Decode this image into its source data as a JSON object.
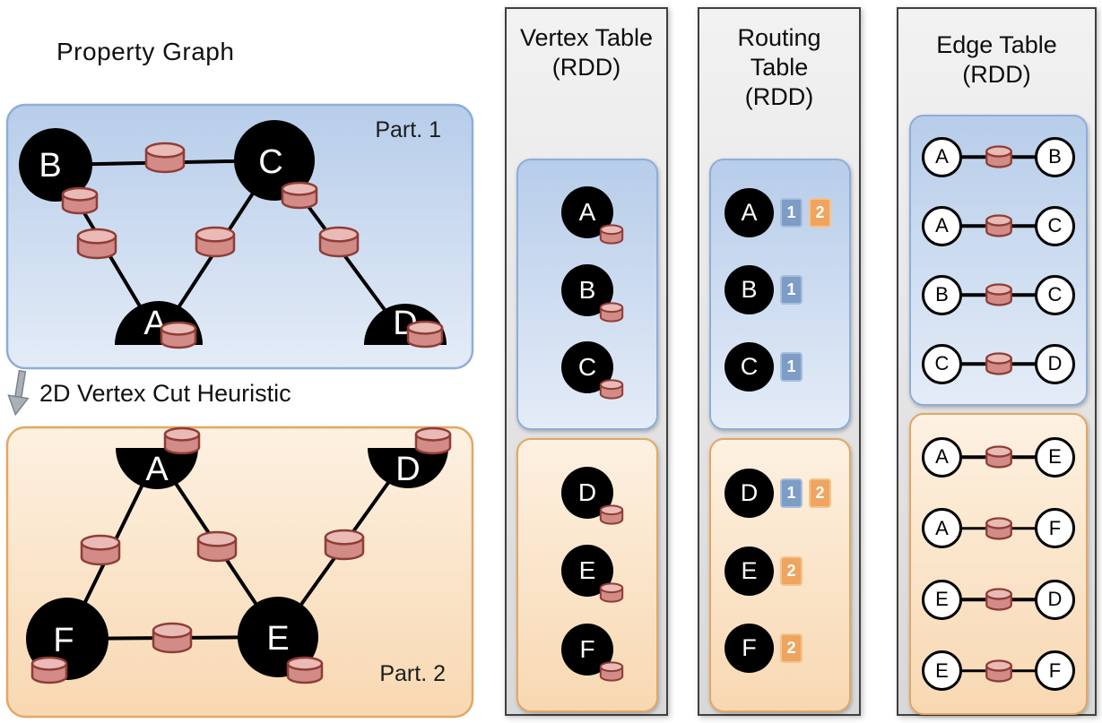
{
  "property_graph": {
    "title": "Property Graph",
    "cut_label": "2D Vertex Cut Heuristic",
    "partitions": [
      {
        "label": "Part. 1",
        "vertices": [
          "B",
          "C",
          "A",
          "D"
        ],
        "edges": [
          [
            "B",
            "C"
          ],
          [
            "B",
            "A"
          ],
          [
            "C",
            "A"
          ],
          [
            "C",
            "D"
          ]
        ]
      },
      {
        "label": "Part. 2",
        "vertices": [
          "A",
          "D",
          "F",
          "E"
        ],
        "edges": [
          [
            "A",
            "F"
          ],
          [
            "A",
            "E"
          ],
          [
            "E",
            "D"
          ],
          [
            "F",
            "E"
          ]
        ]
      }
    ]
  },
  "vertex_table": {
    "title_lines": [
      "Vertex Table",
      "(RDD)"
    ],
    "partitions": [
      {
        "vertices": [
          "A",
          "B",
          "C"
        ]
      },
      {
        "vertices": [
          "D",
          "E",
          "F"
        ]
      }
    ]
  },
  "routing_table": {
    "title_lines": [
      "Routing",
      "Table",
      "(RDD)"
    ],
    "partitions": [
      {
        "rows": [
          {
            "vertex": "A",
            "parts": [
              "1",
              "2"
            ]
          },
          {
            "vertex": "B",
            "parts": [
              "1"
            ]
          },
          {
            "vertex": "C",
            "parts": [
              "1"
            ]
          }
        ]
      },
      {
        "rows": [
          {
            "vertex": "D",
            "parts": [
              "1",
              "2"
            ]
          },
          {
            "vertex": "E",
            "parts": [
              "2"
            ]
          },
          {
            "vertex": "F",
            "parts": [
              "2"
            ]
          }
        ]
      }
    ]
  },
  "edge_table": {
    "title_lines": [
      "Edge Table",
      "(RDD)"
    ],
    "partitions": [
      {
        "edges": [
          [
            "A",
            "B"
          ],
          [
            "A",
            "C"
          ],
          [
            "B",
            "C"
          ],
          [
            "C",
            "D"
          ]
        ]
      },
      {
        "edges": [
          [
            "A",
            "E"
          ],
          [
            "A",
            "F"
          ],
          [
            "E",
            "D"
          ],
          [
            "E",
            "F"
          ]
        ]
      }
    ]
  },
  "colors": {
    "partition1_fill_top": "#b7cdea",
    "partition1_fill_bottom": "#e4ecf7",
    "partition1_stroke": "#8fadd8",
    "partition2_fill_top": "#fdf1e1",
    "partition2_fill_bottom": "#f8d8b2",
    "partition2_stroke": "#e2a765",
    "panel_fill_top": "#f2f2f2",
    "panel_fill_bottom": "#d8d8d8",
    "panel_stroke": "#3f3f3f",
    "cylinder_fill": "#d28b87",
    "cylinder_top": "#e9bab6",
    "cylinder_stroke": "#8e3d36",
    "badge1_fill": "#7d9cc6",
    "badge1_border": "#a6bedb",
    "badge2_fill": "#efa55f",
    "badge2_border": "#f4c38c",
    "vertex_fill": "#000000",
    "edge_color": "#000000"
  }
}
